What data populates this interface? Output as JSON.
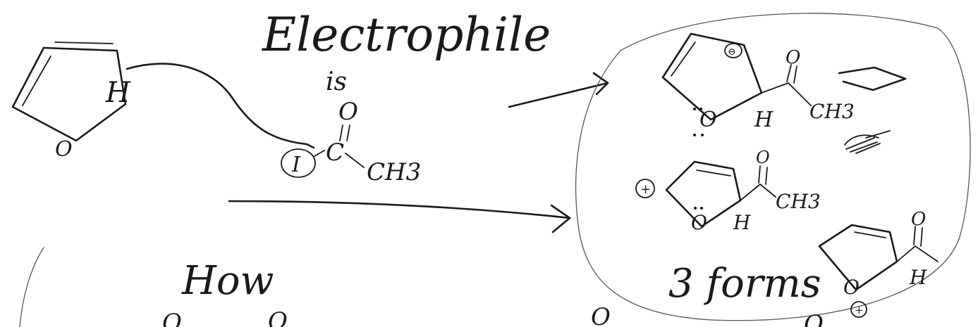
{
  "notes": {
    "heading": "Electrophile",
    "is_label": "is",
    "how_label": "How",
    "three_forms_label": "3 forms"
  },
  "reagent": {
    "oxygen": "O",
    "carbon": "C",
    "leaving_group": "I",
    "methyl": "CH3"
  },
  "furan": {
    "ring_oxygen": "O",
    "hydrogen": "H"
  },
  "resonance_forms": [
    {
      "charge": "⊖",
      "oxygen": "O",
      "hydrogen": "H",
      "carbonyl_oxygen": "O",
      "methyl": "CH3"
    },
    {
      "charge": "+",
      "oxygen": "O",
      "hydrogen": "H",
      "carbonyl_oxygen": "O",
      "methyl": "CH3"
    },
    {
      "charge": "+",
      "oxygen": "O",
      "hydrogen": "H",
      "carbonyl_oxygen": "O"
    }
  ],
  "bottom_fragments": [
    "O",
    "O",
    "O",
    "O"
  ],
  "ink_color": "#1a1a1a"
}
